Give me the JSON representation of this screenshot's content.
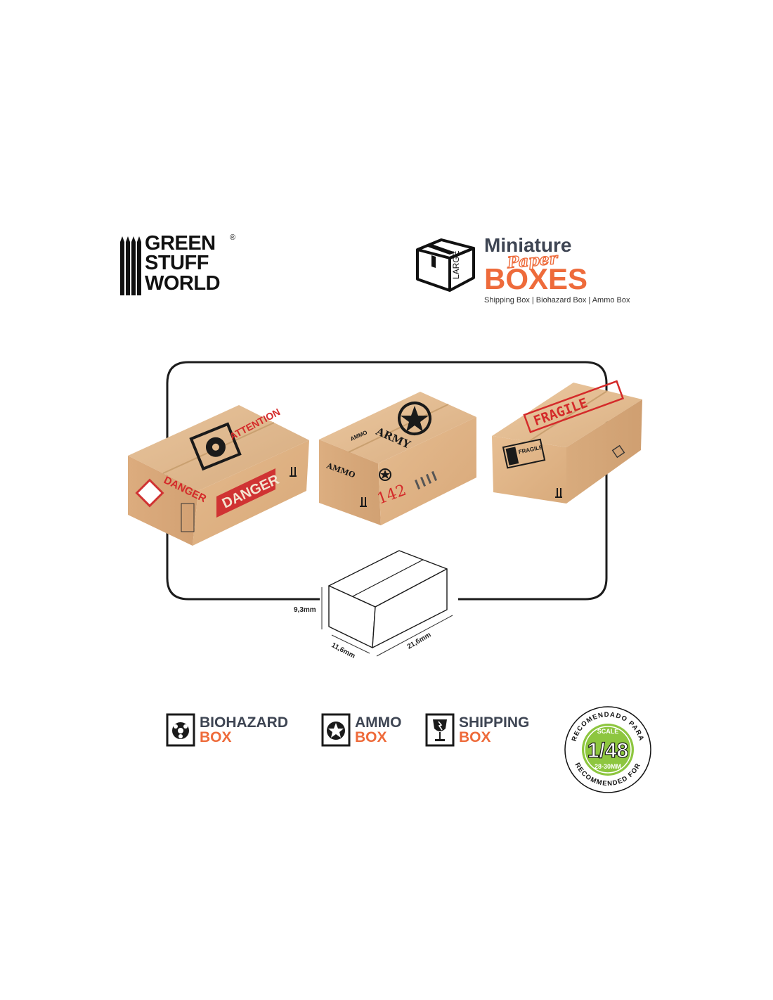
{
  "brand": {
    "line1": "GREEN",
    "line2": "STUFF",
    "line3": "WORLD",
    "registered": "®"
  },
  "product": {
    "icon_text": "LARGE",
    "title": "Miniature",
    "script_word": "Paper",
    "main_word": "BOXES",
    "subtitle": "Shipping Box | Biohazard Box | Ammo Box",
    "accent_color": "#ee6b3b",
    "dark_color": "#3e4553"
  },
  "boxes": {
    "biohazard": {
      "top_label": "ATTENTION",
      "side_label": "DANGER",
      "front_label": "DANGER"
    },
    "ammo": {
      "top_label": "ARMY",
      "top_small": "AMMO",
      "side_label": "AMMO",
      "number": "142"
    },
    "shipping": {
      "top_label": "FRAGILE",
      "side_label": "FRAGILE"
    }
  },
  "dimensions": {
    "height": "9,3mm",
    "depth": "11,6mm",
    "length": "21,6mm"
  },
  "legend": [
    {
      "icon": "biohazard-icon",
      "line1": "BIOHAZARD",
      "line2": "BOX"
    },
    {
      "icon": "star-icon",
      "line1": "AMMO",
      "line2": "BOX"
    },
    {
      "icon": "fragile-glass-icon",
      "line1": "SHIPPING",
      "line2": "BOX"
    }
  ],
  "scale_badge": {
    "top_arc": "RECOMENDADO PARA",
    "scale_word": "SCALE",
    "scale_value": "1/48",
    "range": "28-30MM",
    "bottom_arc": "RECOMMENDED FOR",
    "color": "#8dc63f"
  }
}
